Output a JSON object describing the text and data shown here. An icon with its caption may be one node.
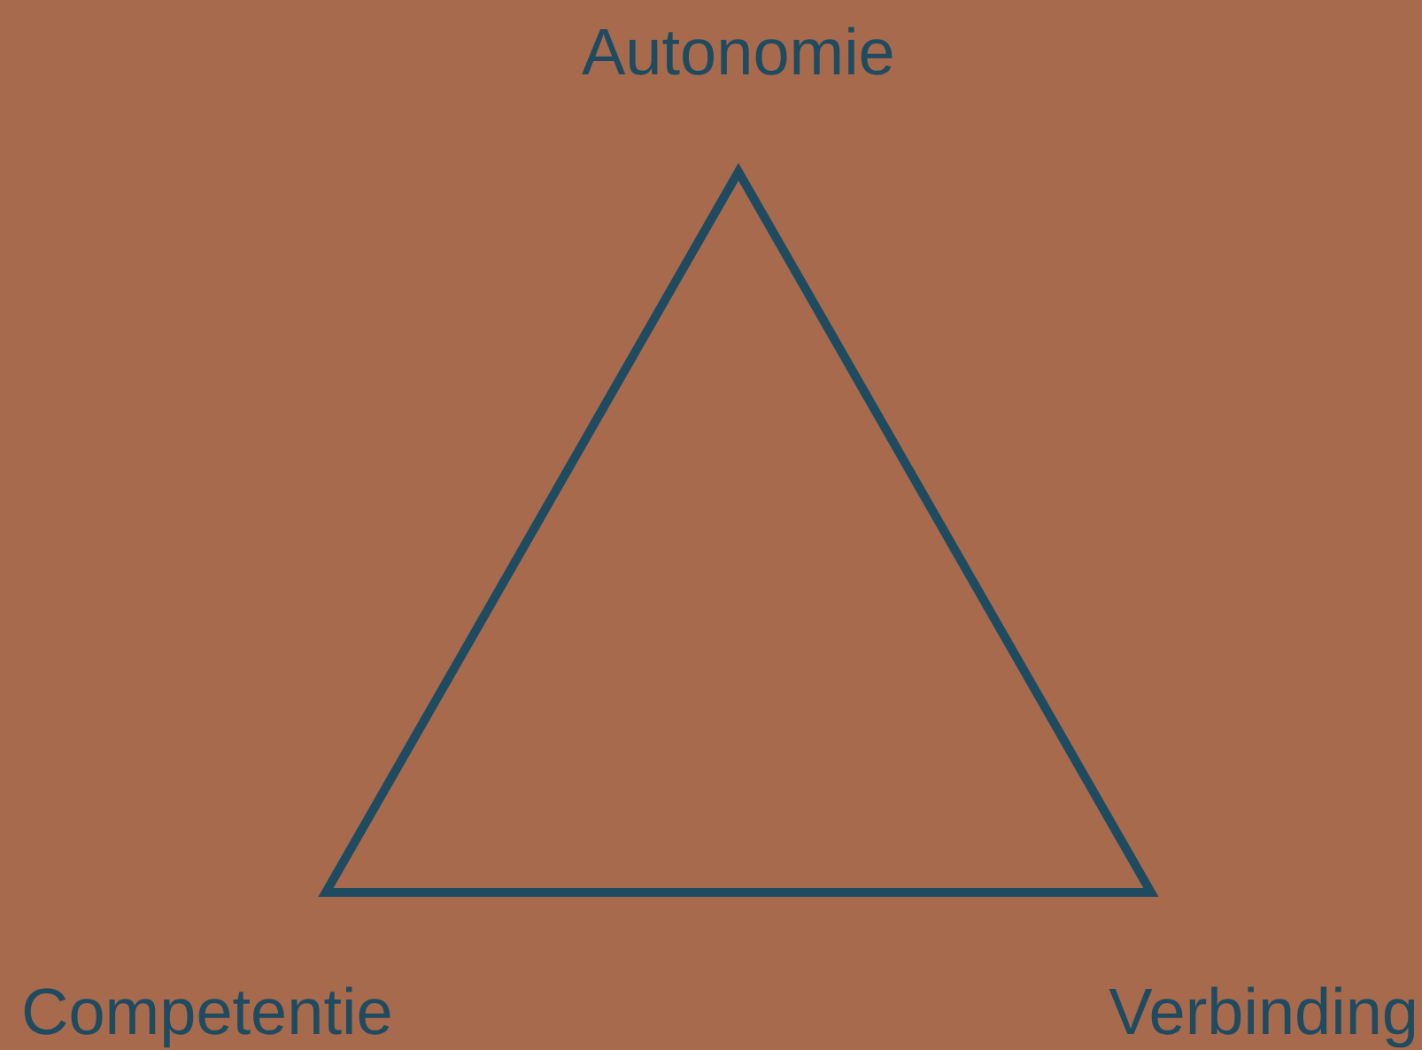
{
  "diagram": {
    "labels": [
      "Autonomie",
      "Competentie",
      "Verbinding"
    ]
  }
}
